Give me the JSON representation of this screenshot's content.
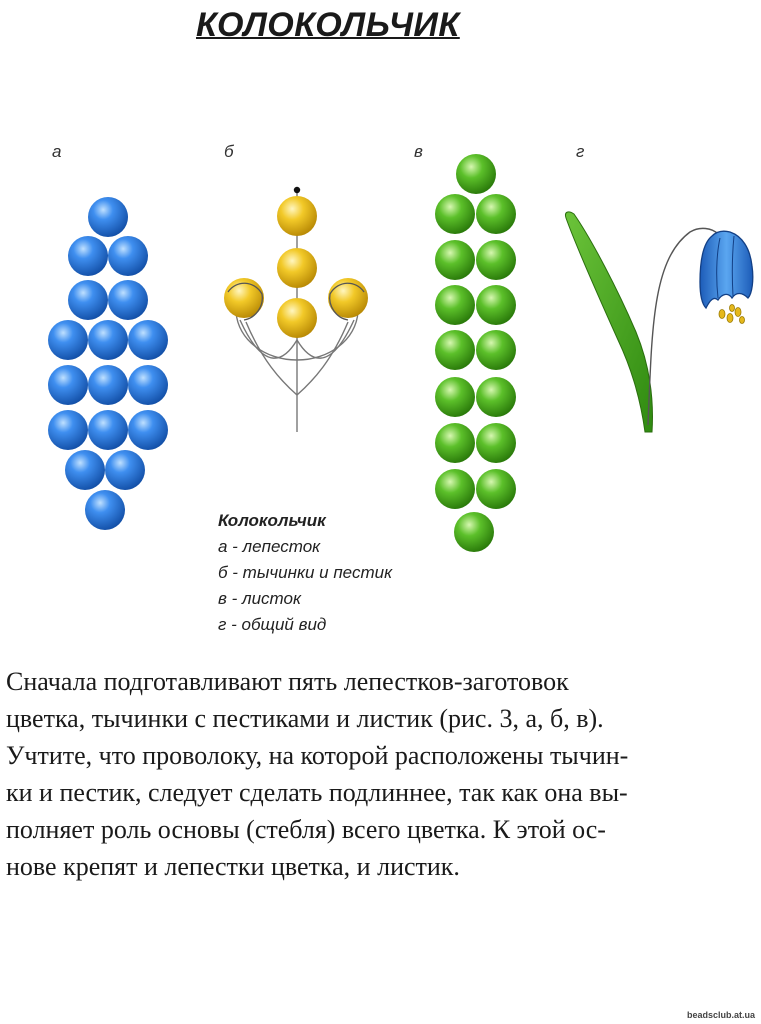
{
  "title": "КОЛОКОЛЬЧИК",
  "figure": {
    "labels": [
      "а",
      "б",
      "в",
      "г"
    ],
    "legend": {
      "title": "Колокольчик",
      "items": [
        "а - лепесток",
        "б - тычинки и пестик",
        "в - листок",
        "г - общий вид"
      ]
    },
    "colors": {
      "petal_beads": "#2a72d8",
      "stamen_beads": "#e8be1e",
      "leaf_beads": "#4caf22",
      "bell": "#2f7fd6",
      "leaf": "#44a81a"
    }
  },
  "body": {
    "lines": [
      "Сначала подготавливают пять лепестков-заготовок",
      "цветка, тычинки с пестиками и листик (рис. 3, а, б, в).",
      "Учтите, что проволоку, на которой расположены тычин-",
      "ки и пестик, следует сделать подлиннее, так как она вы-",
      "полняет роль основы (стебля) всего цветка. К этой ос-",
      "нове крепят и лепестки цветка, и листик."
    ]
  },
  "watermark": "beadsclub.at.ua"
}
